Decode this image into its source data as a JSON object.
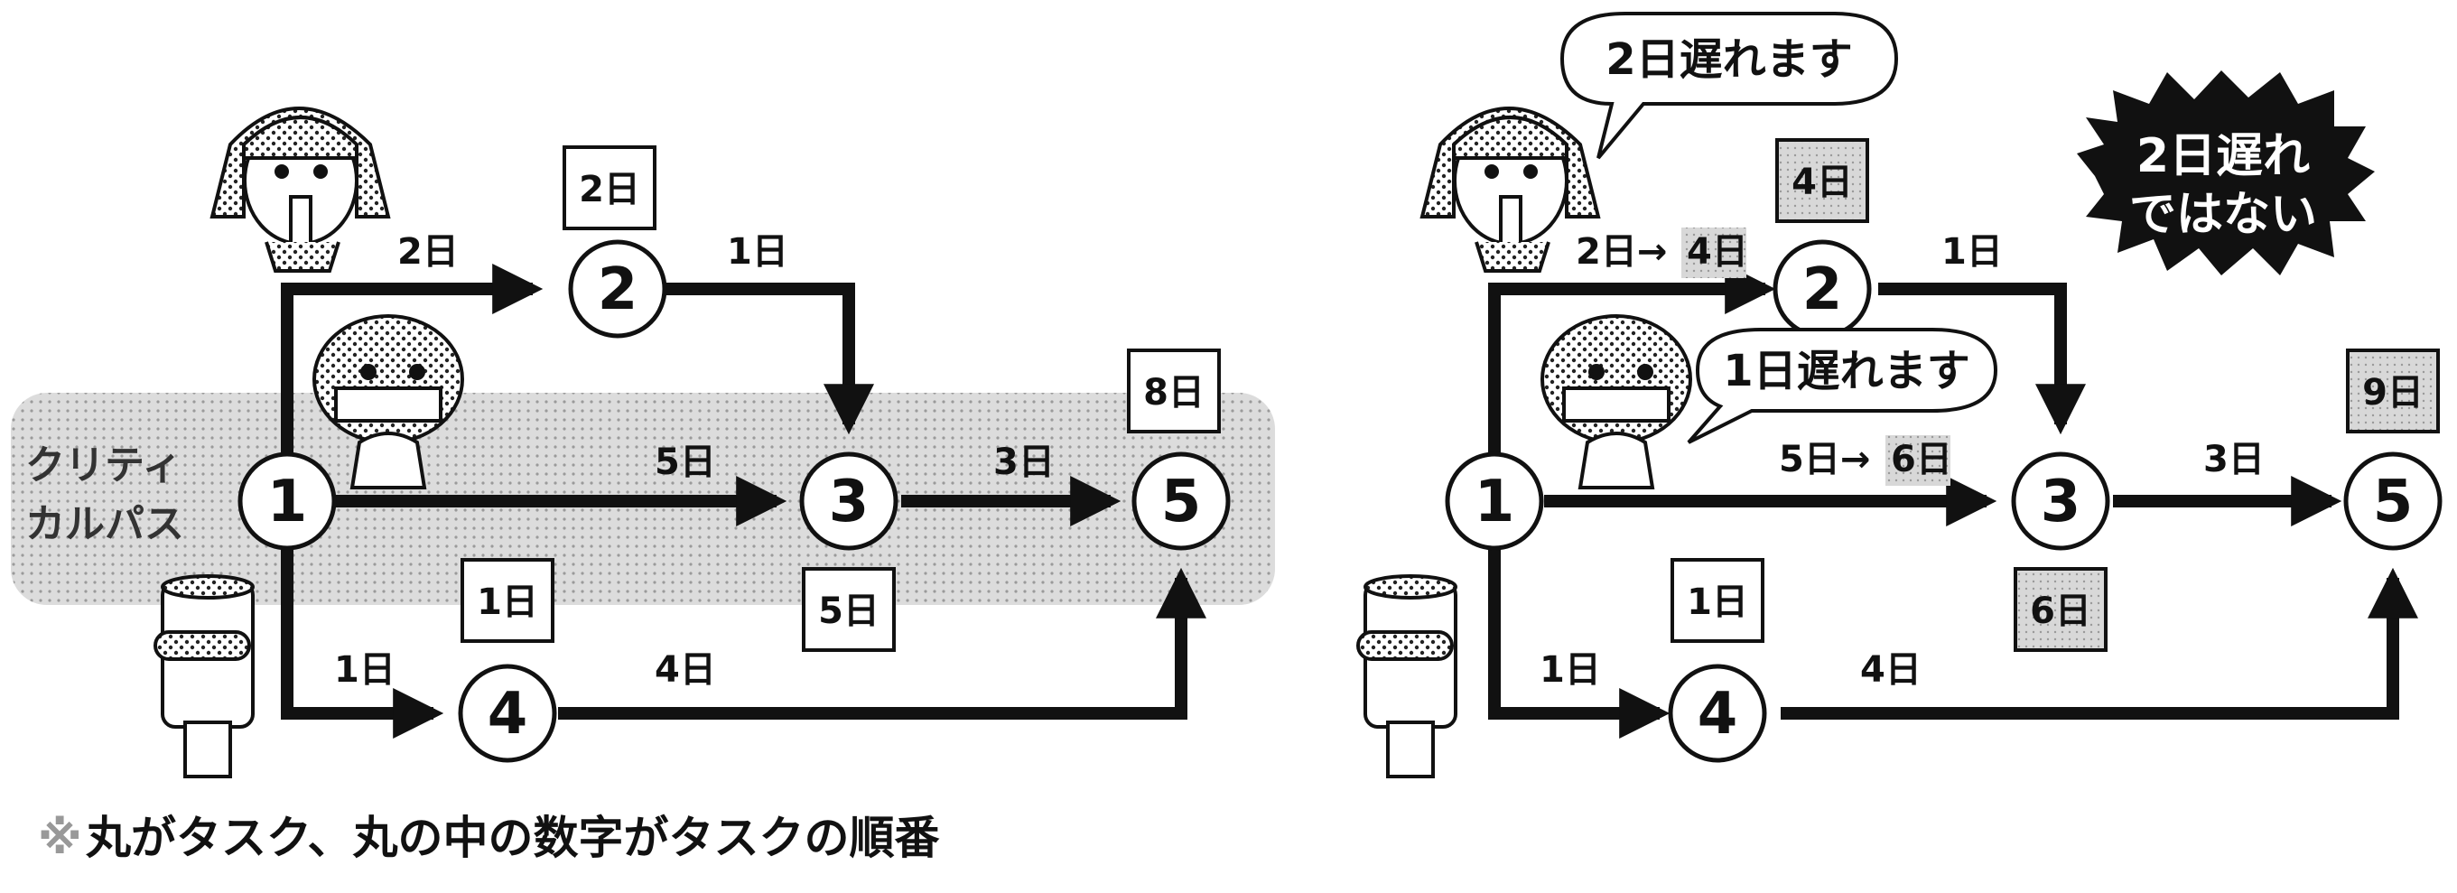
{
  "left_diagram": {
    "critical_path_label_1": "クリティ",
    "critical_path_label_2": "カルパス",
    "nodes": [
      "1",
      "2",
      "3",
      "4",
      "5"
    ],
    "edge_1_2": "2日",
    "edge_2_3": "1日",
    "edge_1_3": "5日",
    "edge_3_5": "3日",
    "edge_1_4": "1日",
    "edge_4_5": "4日",
    "box_2": "2日",
    "box_3": "5日",
    "box_4": "1日",
    "box_5": "8日"
  },
  "right_diagram": {
    "nodes": [
      "1",
      "2",
      "3",
      "4",
      "5"
    ],
    "edge_1_2_old": "2日→",
    "edge_1_2_new": "4日",
    "edge_2_3": "1日",
    "edge_1_3_old": "5日→",
    "edge_1_3_new": "6日",
    "edge_3_5": "3日",
    "edge_1_4": "1日",
    "edge_4_5": "4日",
    "box_2": "4日",
    "box_3": "6日",
    "box_4": "1日",
    "box_5": "9日",
    "bubble_top": "2日遅れます",
    "bubble_mid": "1日遅れます",
    "burst_line_1": "2日遅れ",
    "burst_line_2": "ではない"
  },
  "footnote_mark": "※",
  "footnote_text": "丸がタスク、丸の中の数字がタスクの順番",
  "colors": {
    "ink": "#111111",
    "highlight": "#d3d3d3",
    "critical_band": "#cfcfcf"
  }
}
